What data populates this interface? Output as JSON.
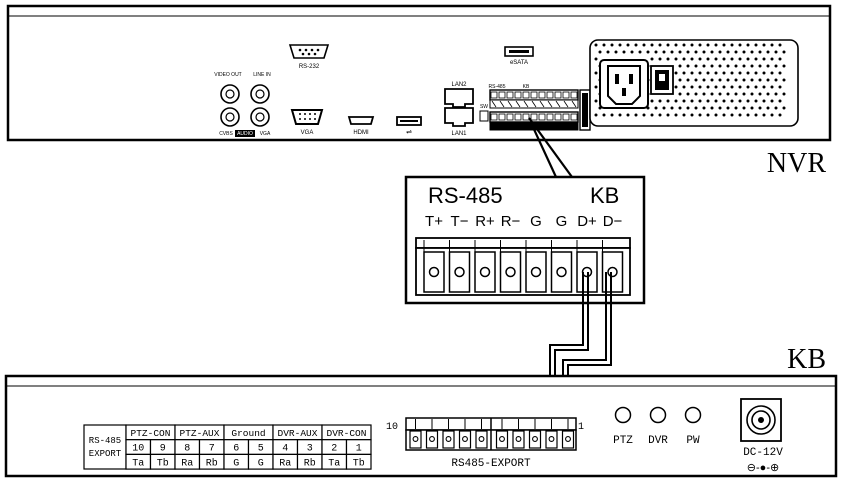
{
  "nvr": {
    "title": "NVR",
    "ports": {
      "rs232": "RS-232",
      "esata": "eSATA",
      "video_out": "VIDEO OUT",
      "line_in": "LINE IN",
      "cvbs": "CVBS",
      "audio": "AUDIO",
      "vga_small": "VGA",
      "vga": "VGA",
      "hdmi": "HDMI",
      "lan2": "LAN2",
      "lan1": "LAN1",
      "rs485": "RS-485",
      "kb": "KB",
      "sw": "SW"
    }
  },
  "terminal": {
    "title": "RS-485",
    "kb_label": "KB",
    "pins": [
      "T+",
      "T−",
      "R+",
      "R−",
      "G",
      "G",
      "D+",
      "D−"
    ]
  },
  "kb": {
    "title": "KB",
    "table": {
      "row_label_1": "RS-485",
      "row_label_2": "EXPORT",
      "groups": [
        "PTZ-CON",
        "PTZ-AUX",
        "Ground",
        "DVR-AUX",
        "DVR-CON"
      ],
      "numbers": [
        "10",
        "9",
        "8",
        "7",
        "6",
        "5",
        "4",
        "3",
        "2",
        "1"
      ],
      "signals": [
        "Ta",
        "Tb",
        "Ra",
        "Rb",
        "G",
        "G",
        "Ra",
        "Rb",
        "Ta",
        "Tb"
      ]
    },
    "connector": {
      "label": "RS485-EXPORT",
      "left_num": "10",
      "right_num": "1"
    },
    "leds": [
      "PTZ",
      "DVR",
      "PW"
    ],
    "power": {
      "label": "DC-12V",
      "polarity": "⊖-●-⊕"
    }
  }
}
